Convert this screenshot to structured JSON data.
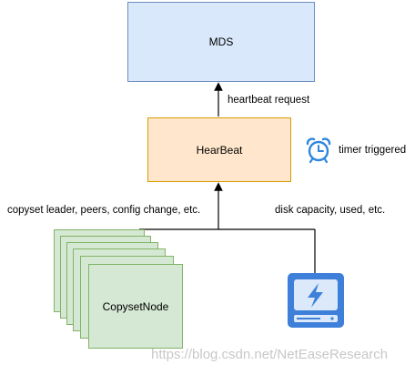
{
  "nodes": {
    "mds": "MDS",
    "heartbeat": "HearBeat",
    "copyset_node": "CopysetNode"
  },
  "edges": {
    "heartbeat_request": "heartbeat request",
    "copyset_info": "copyset leader, peers, config change, etc.",
    "disk_info": "disk capacity, used, etc."
  },
  "timer": {
    "label": "timer triggered",
    "icon": "alarm-clock-icon"
  },
  "disk": {
    "icon": "disk-drive-icon"
  },
  "watermark": "https://blog.csdn.net/NetEaseResearch",
  "colors": {
    "mds_fill": "#dae8fc",
    "mds_border": "#6c8ebf",
    "heartbeat_fill": "#ffe6cc",
    "heartbeat_border": "#d79b00",
    "node_fill": "#d5e8d4",
    "node_border": "#82b366",
    "disk_icon": "#3d7fd9",
    "clock_icon": "#2e86de"
  }
}
